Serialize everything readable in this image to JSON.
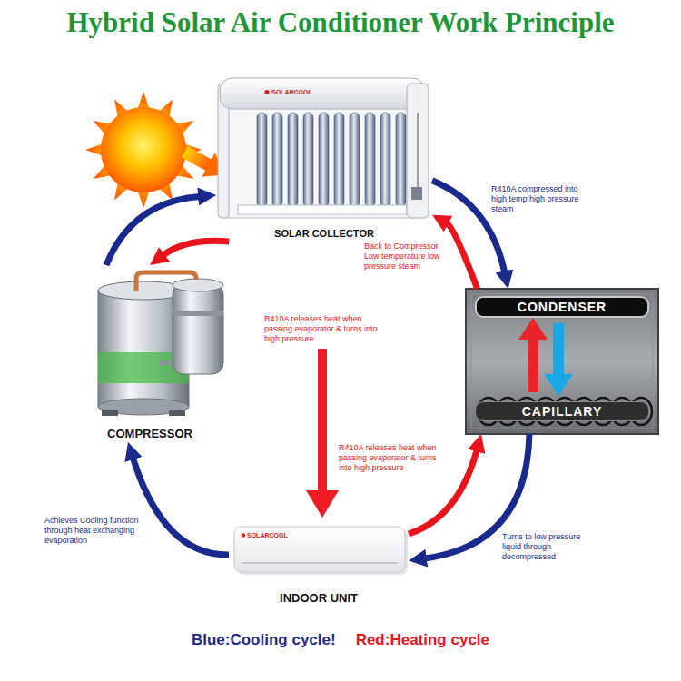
{
  "diagram": {
    "title": "Hybrid Solar Air Conditioner Work Principle",
    "nodes": [
      {
        "text": [
          "SOLAR COLLECTOR"
        ]
      },
      {
        "text": [
          "CONDENSER",
          "CAPILLARY"
        ]
      },
      {
        "text": [
          "COMPRESSOR"
        ]
      },
      {
        "text": [
          "INDOOR UNIT"
        ]
      }
    ],
    "edges": [
      {
        "from": 0,
        "to": 1,
        "arrow": "to",
        "label": "R410A compressed into high temp high pressure steam"
      },
      {
        "from": 1,
        "to": 0,
        "arrow": "to",
        "label": "Back to Compressor Low temperature low pressure steam"
      },
      {
        "from": 0,
        "to": 2,
        "arrow": "to"
      },
      {
        "from": 2,
        "to": 0,
        "arrow": "to"
      },
      {
        "from": 1,
        "to": 3,
        "arrow": "to",
        "label": "Turns to low pressure liquid through decompressed"
      },
      {
        "from": 3,
        "to": 1,
        "arrow": "to",
        "label": "R410A releases heat when passing evaporator & turns into high pressure"
      },
      {
        "from": 3,
        "to": 2,
        "arrow": "to",
        "label": "Achieves Cooling function through heat exchanging evaporation"
      }
    ],
    "labels": [
      "R410A releases heat when passing evaporator & turns into high pressure",
      "SOLARCOOL",
      "SOLARCOOL"
    ],
    "legend": [
      {
        "text": "Blue:Cooling cycle!",
        "color": "#1a2a8c"
      },
      {
        "text": "Red:Heating cycle",
        "color": "#e8141c"
      }
    ]
  }
}
